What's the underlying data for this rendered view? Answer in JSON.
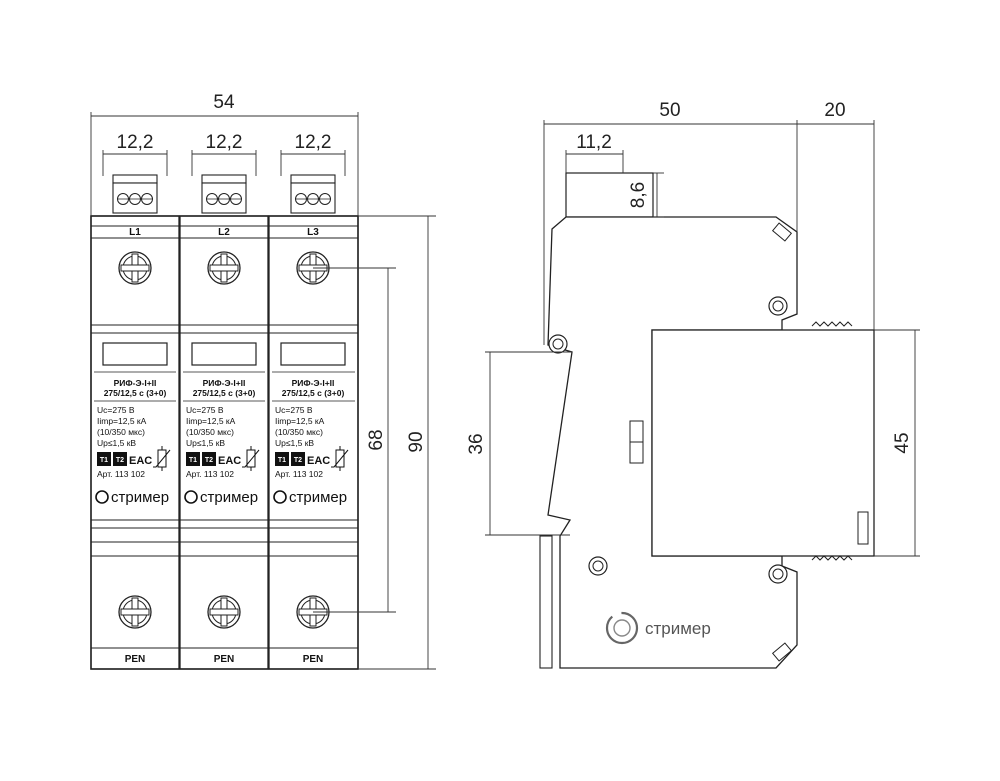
{
  "dimensions": {
    "front_width": "54",
    "terminal_width": "12,2",
    "front_height": "90",
    "terminal_spacing": "68",
    "side_width": "50",
    "side_offset": "20",
    "side_terminal_width": "11,2",
    "side_terminal_height": "8,6",
    "rail_height": "36",
    "body_height": "45"
  },
  "poles": [
    {
      "top_label": "L1",
      "bottom_label": "PEN"
    },
    {
      "top_label": "L2",
      "bottom_label": "PEN"
    },
    {
      "top_label": "L3",
      "bottom_label": "PEN"
    }
  ],
  "module": {
    "model_line1": "РИФ-Э-I+II",
    "model_line2": "275/12,5 с (3+0)",
    "spec_uc": "Uc=275 В",
    "spec_iimp": "Iimp=12,5 кА",
    "spec_wave": "(10/350 мкс)",
    "spec_up": "Up≤1,5 кВ",
    "mark_t1": "T1",
    "mark_t2": "T2",
    "cert_mark": "EAC",
    "article": "Арт. 113 102",
    "brand": "стример"
  },
  "side_view": {
    "brand": "стример"
  },
  "colors": {
    "line": "#222222",
    "dim_line": "#333333"
  }
}
